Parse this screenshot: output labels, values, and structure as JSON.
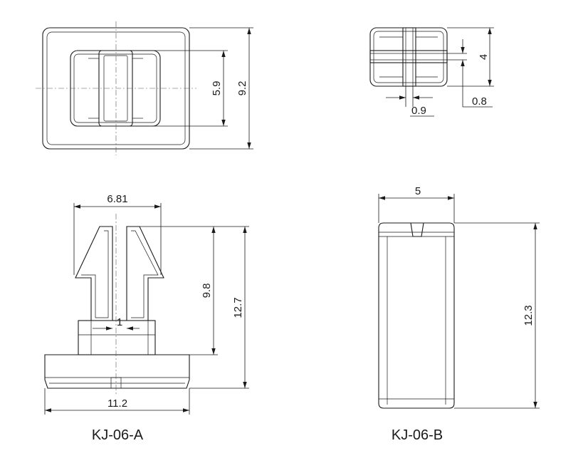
{
  "parts": {
    "a": {
      "name": "KJ-06-A",
      "dims": {
        "outer_height": "9.2",
        "inner_height": "5.9",
        "width": "6.81",
        "gap": "1",
        "leg_height": "9.8",
        "total_height": "12.7",
        "base_width": "11.2"
      }
    },
    "b": {
      "name": "KJ-06-B",
      "dims": {
        "height_small": "4",
        "slot": "0.9",
        "wall": "0.8",
        "width": "5",
        "height": "12.3"
      }
    }
  }
}
